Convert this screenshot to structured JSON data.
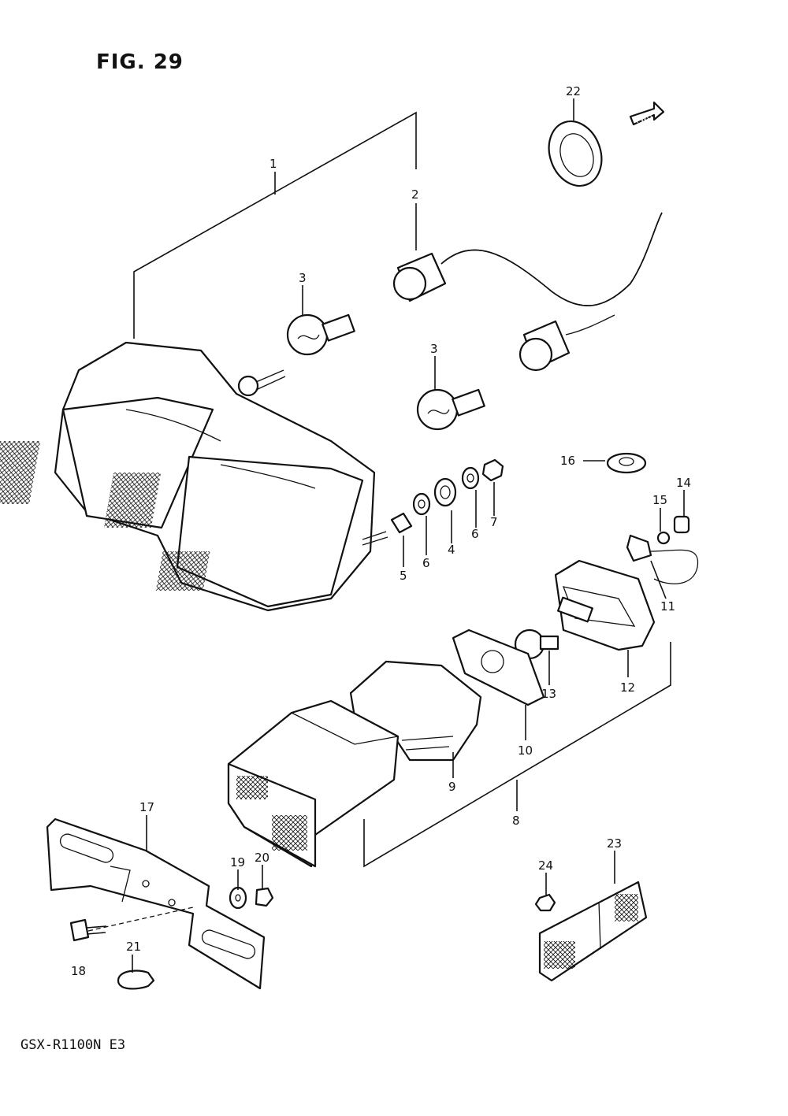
{
  "figure": {
    "title": "FIG. 29",
    "model": "GSX-R1100N E3",
    "direction_tag": "FWD"
  },
  "callouts": [
    {
      "id": "c1",
      "label": "1"
    },
    {
      "id": "c2",
      "label": "2"
    },
    {
      "id": "c3a",
      "label": "3"
    },
    {
      "id": "c3b",
      "label": "3"
    },
    {
      "id": "c4",
      "label": "4"
    },
    {
      "id": "c5",
      "label": "5"
    },
    {
      "id": "c6a",
      "label": "6"
    },
    {
      "id": "c6b",
      "label": "6"
    },
    {
      "id": "c7",
      "label": "7"
    },
    {
      "id": "c8",
      "label": "8"
    },
    {
      "id": "c9",
      "label": "9"
    },
    {
      "id": "c10",
      "label": "10"
    },
    {
      "id": "c11",
      "label": "11"
    },
    {
      "id": "c12",
      "label": "12"
    },
    {
      "id": "c13",
      "label": "13"
    },
    {
      "id": "c14",
      "label": "14"
    },
    {
      "id": "c15",
      "label": "15"
    },
    {
      "id": "c16",
      "label": "16"
    },
    {
      "id": "c17",
      "label": "17"
    },
    {
      "id": "c18",
      "label": "18"
    },
    {
      "id": "c19",
      "label": "19"
    },
    {
      "id": "c20",
      "label": "20"
    },
    {
      "id": "c21",
      "label": "21"
    },
    {
      "id": "c22",
      "label": "22"
    },
    {
      "id": "c23",
      "label": "23"
    },
    {
      "id": "c24",
      "label": "24"
    }
  ]
}
